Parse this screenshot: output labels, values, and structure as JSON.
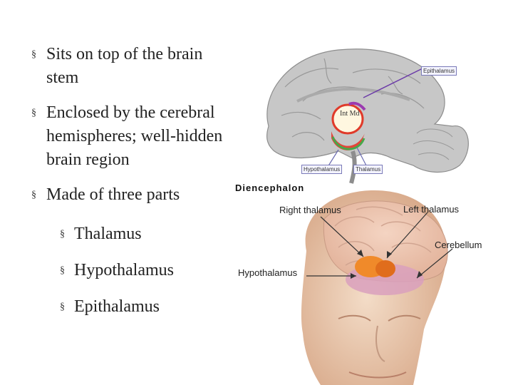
{
  "bullets": [
    {
      "text": "Sits on top of the brain stem"
    },
    {
      "text": "Enclosed by the cerebral hemispheres; well-hidden brain region"
    },
    {
      "text": "Made of three parts"
    }
  ],
  "parts": [
    "Thalamus",
    "Hypothalamus",
    "Epithalamus"
  ],
  "bullet_marker": "§",
  "figure1": {
    "labels": {
      "epithalamus": "Epithalamus",
      "hypothalamus": "Hypothalamus",
      "thalamus": "Thalamus",
      "handwritten": "Int Md"
    },
    "caption": "Diencephalon"
  },
  "figure2": {
    "labels": {
      "right_thalamus": "Right thalamus",
      "left_thalamus": "Left thalamus",
      "cerebellum": "Cerebellum",
      "hypothalamus": "Hypothalamus"
    }
  },
  "colors": {
    "thalamus": "#e88a2a",
    "cerebellum": "#c58ab0",
    "skin": "#eccdb4",
    "brain_gray": "#b9b9b9"
  }
}
